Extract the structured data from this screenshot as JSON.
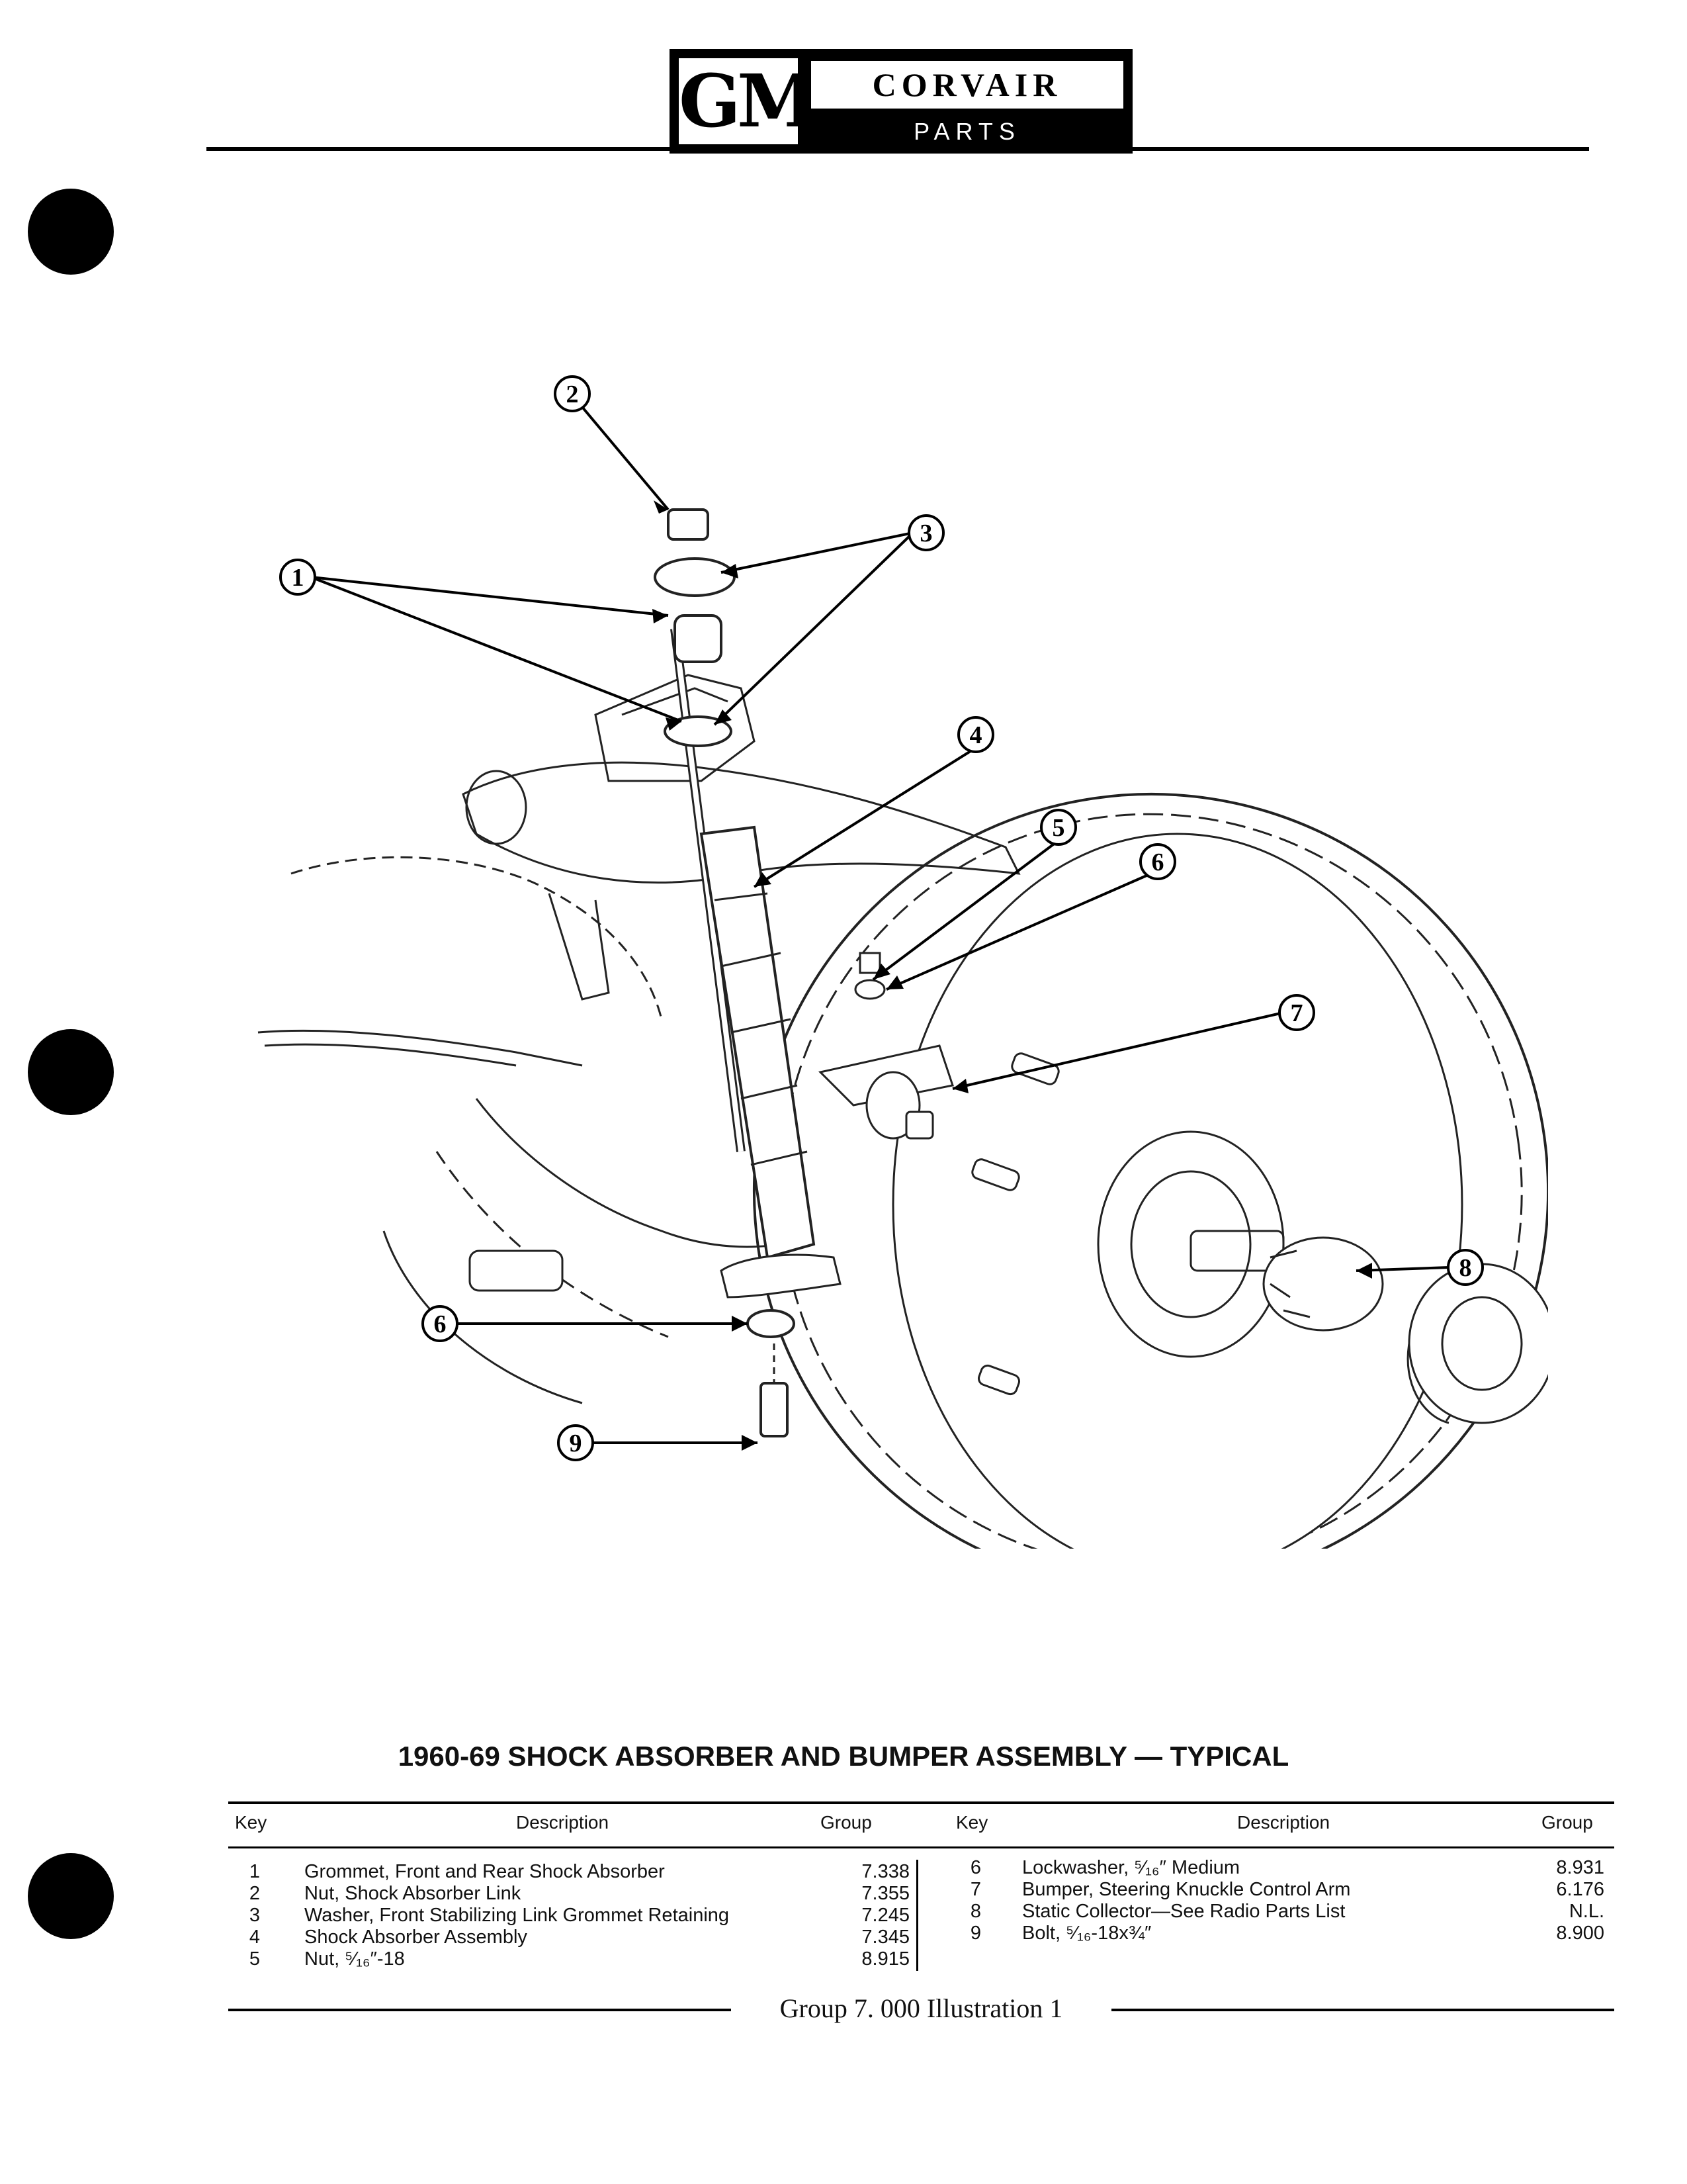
{
  "header": {
    "logo": "GM",
    "brand": "CORVAIR",
    "subtitle": "PARTS CATALOGUE"
  },
  "callouts": [
    "1",
    "2",
    "3",
    "4",
    "5",
    "6",
    "7",
    "6",
    "8",
    "9"
  ],
  "caption": "1960-69 SHOCK ABSORBER AND BUMPER  ASSEMBLY — TYPICAL",
  "table": {
    "headers": {
      "key": "Key",
      "description": "Description",
      "group": "Group"
    },
    "left": [
      {
        "key": "1",
        "description": "Grommet, Front and Rear Shock Absorber",
        "group": "7.338"
      },
      {
        "key": "2",
        "description": "Nut, Shock Absorber Link",
        "group": "7.355"
      },
      {
        "key": "3",
        "description": "Washer, Front Stabilizing Link Grommet Retaining",
        "group": "7.245"
      },
      {
        "key": "4",
        "description": "Shock Absorber Assembly",
        "group": "7.345"
      },
      {
        "key": "5",
        "description": "Nut, ⁵⁄₁₆″-18",
        "group": "8.915"
      }
    ],
    "right": [
      {
        "key": "6",
        "description": "Lockwasher, ⁵⁄₁₆″ Medium",
        "group": "8.931"
      },
      {
        "key": "7",
        "description": "Bumper, Steering Knuckle Control Arm",
        "group": "6.176"
      },
      {
        "key": "8",
        "description": "Static Collector—See Radio Parts List",
        "group": "N.L."
      },
      {
        "key": "9",
        "description": "Bolt, ⁵⁄₁₆-18x¾″",
        "group": "8.900"
      }
    ]
  },
  "footer": "Group  7. 000  Illustration 1"
}
